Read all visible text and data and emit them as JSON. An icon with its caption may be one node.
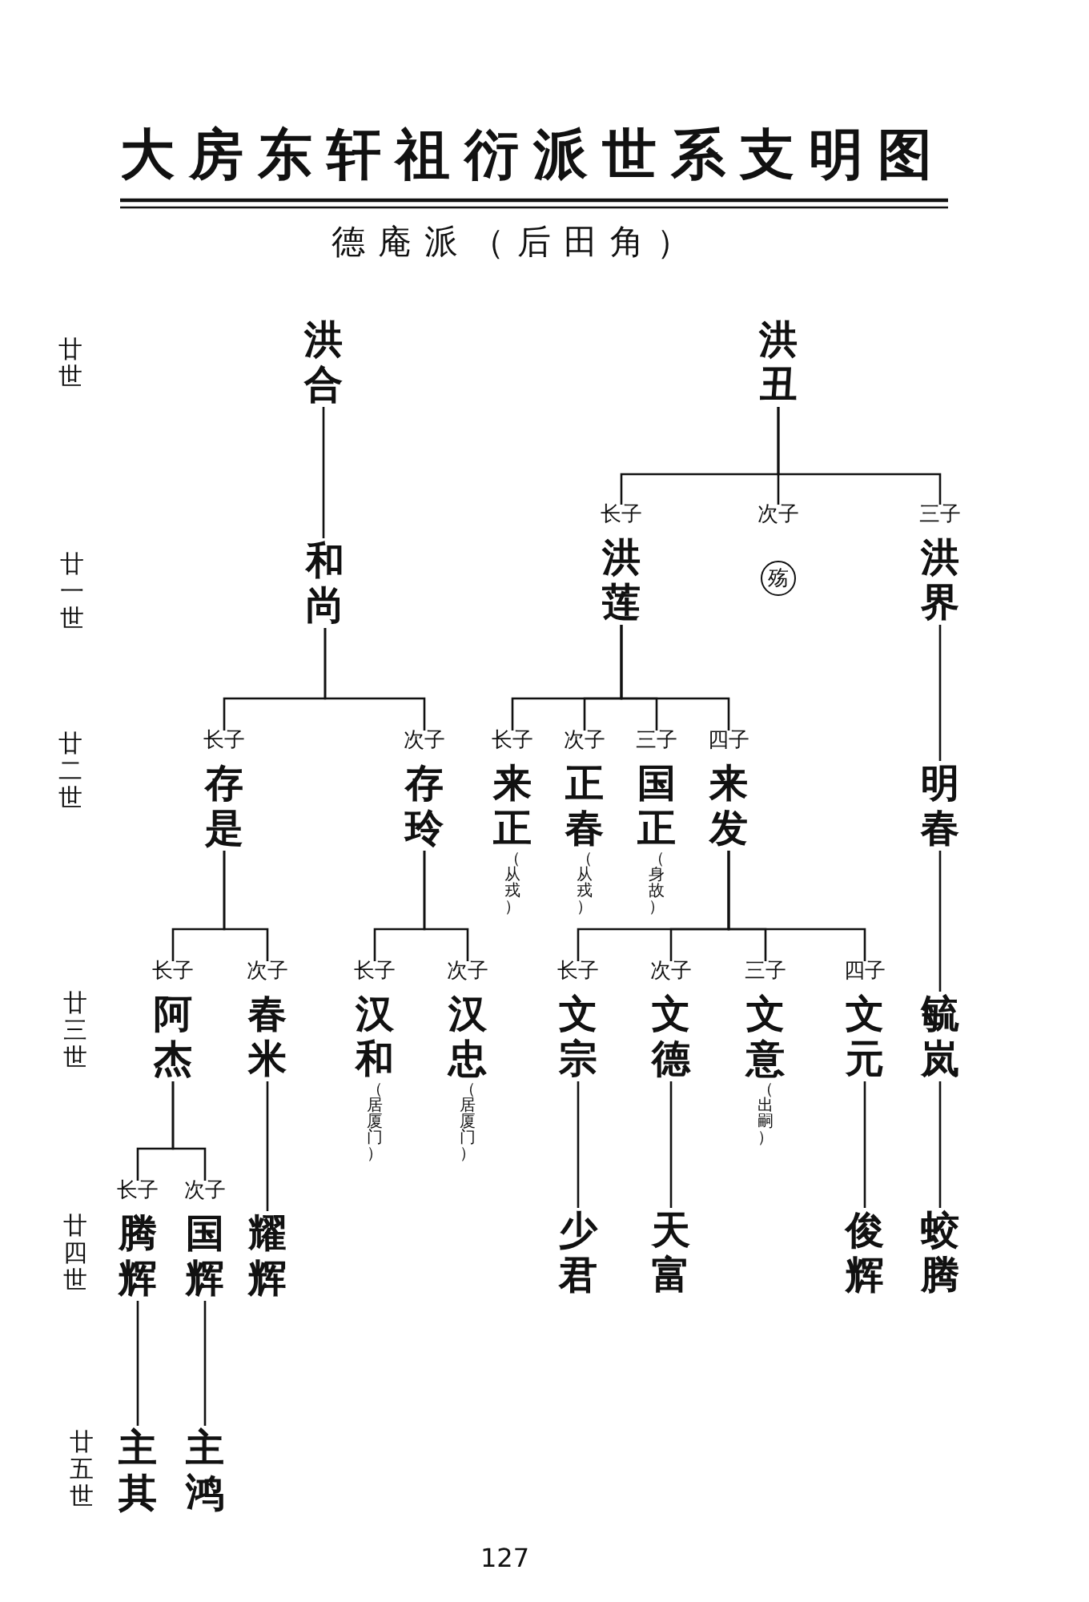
{
  "diagram": {
    "title": "大房东轩祖衍派世系支明图",
    "nodes": [
      {
        "text": [
          "洪合"
        ]
      },
      {
        "text": [
          "洪丑"
        ]
      },
      {
        "text": [
          "和尚"
        ]
      },
      {
        "text": [
          "长子",
          "洪莲"
        ]
      },
      {
        "text": [
          "次子",
          "殇"
        ]
      },
      {
        "text": [
          "三子",
          "洪界"
        ]
      },
      {
        "text": [
          "长子",
          "存是"
        ]
      },
      {
        "text": [
          "次子",
          "存玲"
        ]
      },
      {
        "text": [
          "长子",
          "来正"
        ],
        "beside": [
          "（从戎）"
        ]
      },
      {
        "text": [
          "次子",
          "正春"
        ],
        "beside": [
          "（从戎）"
        ]
      },
      {
        "text": [
          "三子",
          "国正"
        ],
        "beside": [
          "（身故）"
        ]
      },
      {
        "text": [
          "四子",
          "来发"
        ]
      },
      {
        "text": [
          "明春"
        ]
      },
      {
        "text": [
          "长子",
          "阿杰"
        ]
      },
      {
        "text": [
          "次子",
          "春米"
        ]
      },
      {
        "text": [
          "长子",
          "汉和"
        ],
        "beside": [
          "（居厦门）"
        ]
      },
      {
        "text": [
          "次子",
          "汉忠"
        ],
        "beside": [
          "（居厦门）"
        ]
      },
      {
        "text": [
          "长子",
          "文宗"
        ]
      },
      {
        "text": [
          "次子",
          "文德"
        ]
      },
      {
        "text": [
          "三子",
          "文意"
        ],
        "beside": [
          "（出嗣）"
        ]
      },
      {
        "text": [
          "四子",
          "文元"
        ]
      },
      {
        "text": [
          "毓岚"
        ]
      },
      {
        "text": [
          "长子",
          "腾辉"
        ]
      },
      {
        "text": [
          "次子",
          "国辉"
        ]
      },
      {
        "text": [
          "耀辉"
        ]
      },
      {
        "text": [
          "少君"
        ]
      },
      {
        "text": [
          "天富"
        ]
      },
      {
        "text": [
          "俊辉"
        ]
      },
      {
        "text": [
          "蛟腾"
        ]
      },
      {
        "text": [
          "主其"
        ]
      },
      {
        "text": [
          "主鸿"
        ]
      }
    ],
    "edges": [
      {
        "from": 0,
        "to": 2,
        "arrow": "none"
      },
      {
        "from": 1,
        "to": 3,
        "arrow": "none"
      },
      {
        "from": 1,
        "to": 4,
        "arrow": "none"
      },
      {
        "from": 1,
        "to": 5,
        "arrow": "none"
      },
      {
        "from": 2,
        "to": 6,
        "arrow": "none"
      },
      {
        "from": 2,
        "to": 7,
        "arrow": "none"
      },
      {
        "from": 3,
        "to": 8,
        "arrow": "none"
      },
      {
        "from": 3,
        "to": 9,
        "arrow": "none"
      },
      {
        "from": 3,
        "to": 10,
        "arrow": "none"
      },
      {
        "from": 3,
        "to": 11,
        "arrow": "none"
      },
      {
        "from": 5,
        "to": 12,
        "arrow": "none"
      },
      {
        "from": 6,
        "to": 13,
        "arrow": "none"
      },
      {
        "from": 6,
        "to": 14,
        "arrow": "none"
      },
      {
        "from": 7,
        "to": 15,
        "arrow": "none"
      },
      {
        "from": 7,
        "to": 16,
        "arrow": "none"
      },
      {
        "from": 11,
        "to": 17,
        "arrow": "none"
      },
      {
        "from": 11,
        "to": 18,
        "arrow": "none"
      },
      {
        "from": 11,
        "to": 19,
        "arrow": "none"
      },
      {
        "from": 11,
        "to": 20,
        "arrow": "none"
      },
      {
        "from": 12,
        "to": 21,
        "arrow": "none"
      },
      {
        "from": 13,
        "to": 22,
        "arrow": "none"
      },
      {
        "from": 13,
        "to": 23,
        "arrow": "none"
      },
      {
        "from": 14,
        "to": 24,
        "arrow": "none"
      },
      {
        "from": 17,
        "to": 25,
        "arrow": "none"
      },
      {
        "from": 18,
        "to": 26,
        "arrow": "none"
      },
      {
        "from": 20,
        "to": 27,
        "arrow": "none"
      },
      {
        "from": 21,
        "to": 28,
        "arrow": "none"
      },
      {
        "from": 22,
        "to": 29,
        "arrow": "none"
      },
      {
        "from": 23,
        "to": 30,
        "arrow": "none"
      }
    ],
    "labels": [
      "德庵派（后田角）",
      "廿世",
      "廿一世",
      "廿二世",
      "廿三世",
      "廿四世",
      "廿五世",
      "127"
    ]
  }
}
